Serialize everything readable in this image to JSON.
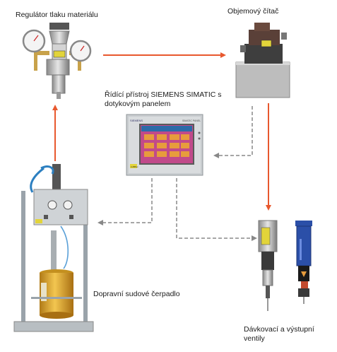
{
  "labels": {
    "pressure_regulator": "Regulátor tlaku materiálu",
    "volumetric_meter": "Objemový čítač",
    "controller_line1": "Řídící přístroj SIEMENS SIMATIC s",
    "controller_line2": "dotykovým panelem",
    "drum_pump": "Dopravní sudové čerpadlo",
    "valves_line1": "Dávkovací a výstupní",
    "valves_line2": "ventily"
  },
  "device_text": {
    "panel_brand": "SIEMENS",
    "panel_model": "SIMATIC PANEL",
    "logo": "LUBTec"
  },
  "colors": {
    "flow_arrow": "#e8582e",
    "signal_arrow": "#888888",
    "panel_screen": "#c14a8a",
    "drum": "#e8b33a"
  }
}
